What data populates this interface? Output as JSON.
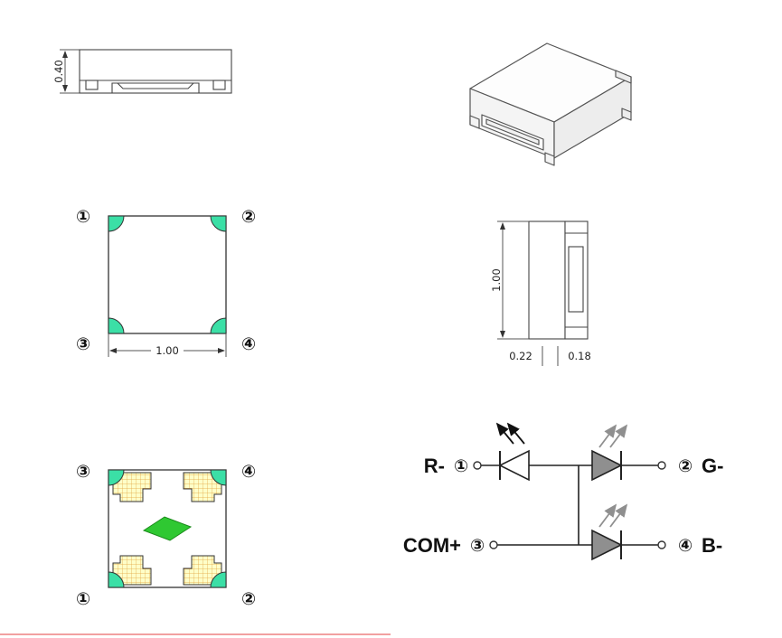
{
  "colors": {
    "line": "#444444",
    "teal_pad": "#3BDFA6",
    "yellow_pad": "#FEFEC8",
    "hatch": "#E2A23E",
    "green_die": "#2FC832",
    "gray_fill": "#8F8F8F",
    "red_edge_line": "#F2A0A0"
  },
  "front_view": {
    "height_dim": "0.40"
  },
  "top_view": {
    "width_dim": "1.00",
    "pin_tl": "①",
    "pin_tr": "②",
    "pin_bl": "③",
    "pin_br": "④"
  },
  "side_view": {
    "height_dim": "1.00",
    "dim_left": "0.22",
    "dim_right": "0.18"
  },
  "bottom_view": {
    "pin_tl": "③",
    "pin_tr": "④",
    "pin_bl": "①",
    "pin_br": "②"
  },
  "schematic": {
    "pin1_label": "R-",
    "pin1_num": "①",
    "pin2_num": "②",
    "pin2_label": "G-",
    "pin3_label": "COM+",
    "pin3_num": "③",
    "pin4_num": "④",
    "pin4_label": "B-"
  }
}
